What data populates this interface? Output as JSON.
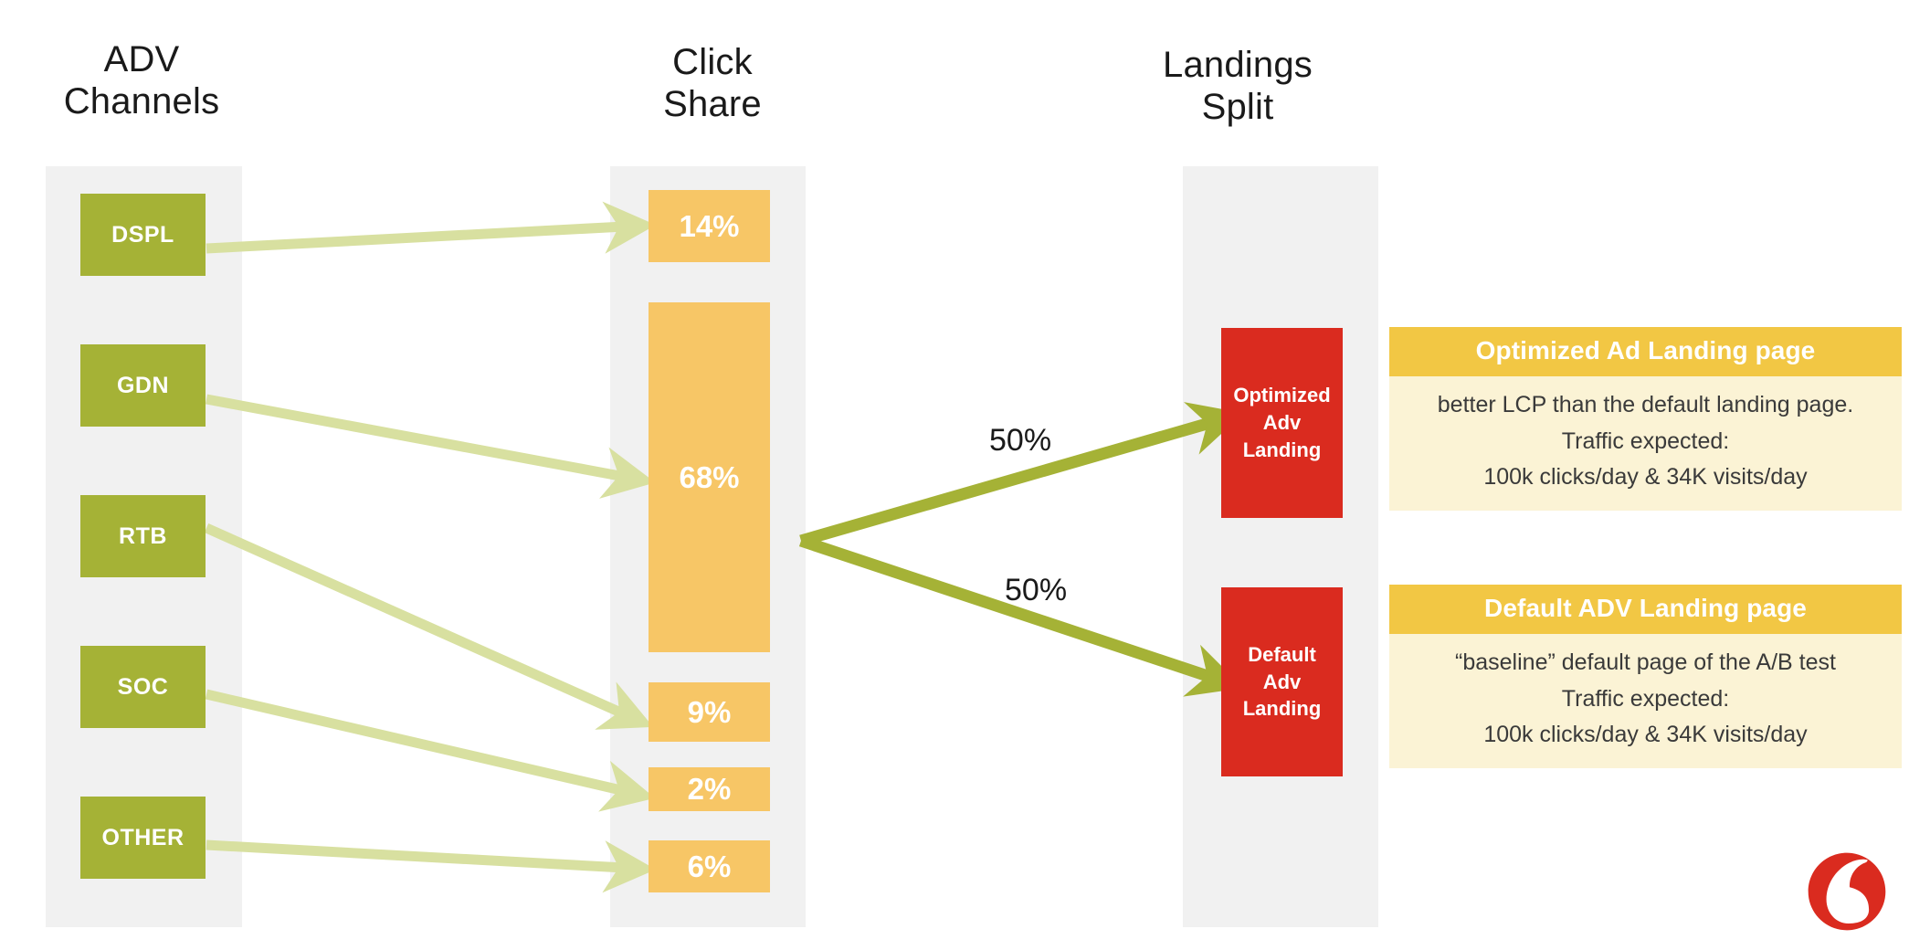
{
  "columns": {
    "adv": {
      "title": "ADV\nChannels"
    },
    "click": {
      "title": "Click\nShare"
    },
    "landings": {
      "title": "Landings\nSplit"
    }
  },
  "adv_channels": [
    {
      "label": "DSPL"
    },
    {
      "label": "GDN"
    },
    {
      "label": "RTB"
    },
    {
      "label": "SOC"
    },
    {
      "label": "OTHER"
    }
  ],
  "click_share": [
    {
      "label": "14%",
      "value": 14
    },
    {
      "label": "68%",
      "value": 68
    },
    {
      "label": "9%",
      "value": 9
    },
    {
      "label": "2%",
      "value": 2
    },
    {
      "label": "6%",
      "value": 6
    }
  ],
  "landings": [
    {
      "label": "Optimized\nAdv\nLanding"
    },
    {
      "label": "Default\nAdv\nLanding"
    }
  ],
  "split_labels": [
    {
      "label": "50%"
    },
    {
      "label": "50%"
    }
  ],
  "info_cards": [
    {
      "header": "Optimized Ad Landing page",
      "body": "better LCP than the default landing page.\nTraffic expected:\n100k clicks/day  & 34K visits/day"
    },
    {
      "header": "Default ADV Landing page",
      "body": "“baseline” default page of the A/B test\nTraffic expected:\n100k clicks/day  & 34K visits/day"
    }
  ],
  "logo": {
    "name": "vodafone-logo"
  },
  "colors": {
    "olive": "#a5b236",
    "olive_light": "#d8e0a0",
    "orange": "#f7c666",
    "red": "#da2b1f",
    "band_grey": "#f1f1f1",
    "card_header": "#f2c744",
    "card_body": "#fbf3d5",
    "logo_red": "#da2b1f"
  }
}
